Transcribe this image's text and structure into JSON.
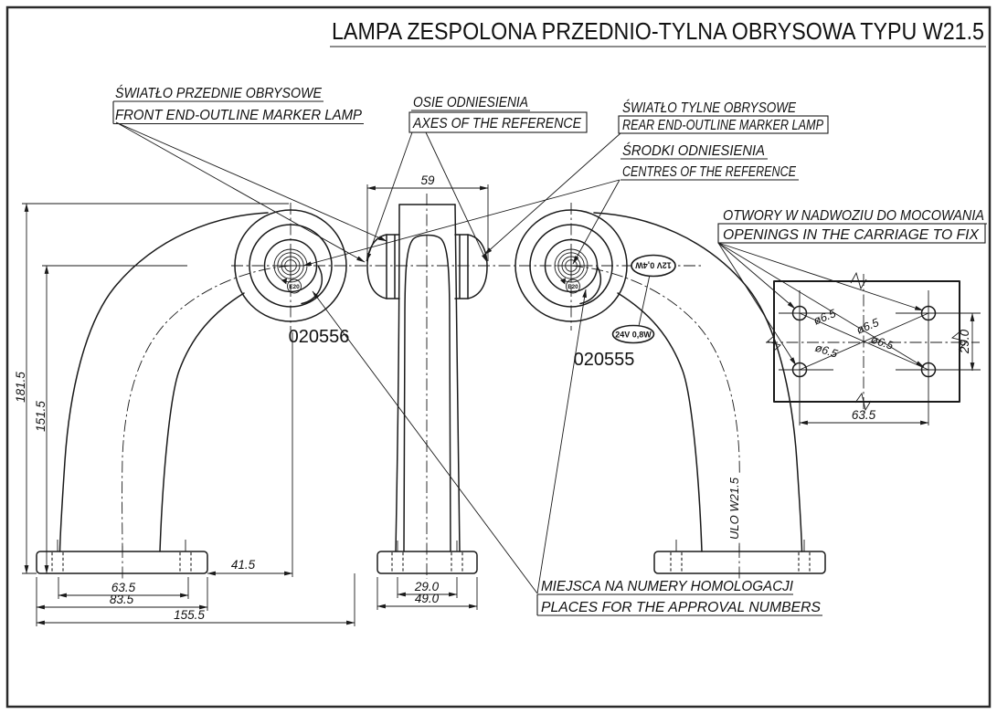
{
  "title": "LAMPA  ZESPOLONA  PRZEDNIO-TYLNA OBRYSOWA TYPU W21.5",
  "callouts": {
    "front_pl": "ŚWIATŁO PRZEDNIE OBRYSOWE",
    "front_en": "FRONT END-OUTLINE MARKER LAMP",
    "axes_pl": "OSIE ODNIESIENIA",
    "axes_en": "AXES OF THE REFERENCE",
    "rear_pl": "ŚWIATŁO TYLNE OBRYSOWE",
    "rear_en": "REAR END-OUTLINE MARKER LAMP",
    "centres_pl": "ŚRODKI ODNIESIENIA",
    "centres_en": "CENTRES OF THE REFERENCE",
    "openings_pl": "OTWORY W NADWOZIU DO MOCOWANIA",
    "openings_en": "OPENINGS IN THE CARRIAGE TO FIX",
    "approval_pl": "MIEJSCA NA NUMERY HOMOLOGACJI",
    "approval_en": "PLACES FOR THE APPROVAL NUMBERS"
  },
  "parts": {
    "front_lamp": "020556",
    "rear_lamp": "020555"
  },
  "markings": {
    "approval_mark": "E20",
    "bulb_12v": "12V 0,4W",
    "bulb_24v": "24V 0,8W",
    "lamp_type": "ULO W21.5"
  },
  "dimensions": {
    "lens_span": "59",
    "height_total": "181.5",
    "height_to_axis": "151.5",
    "base_to_axis": "41.5",
    "hole_pitch_lamp": "63.5",
    "base_width": "83.5",
    "width_total": "155.5",
    "pillar_stem_width": "29.0",
    "pillar_base_width": "49.0",
    "hole_dia": "ø6.5",
    "hole_spacing_v": "29.0",
    "hole_spacing_h": "63.5"
  },
  "colors": {
    "line": "#1a1a1a",
    "background": "#ffffff"
  }
}
